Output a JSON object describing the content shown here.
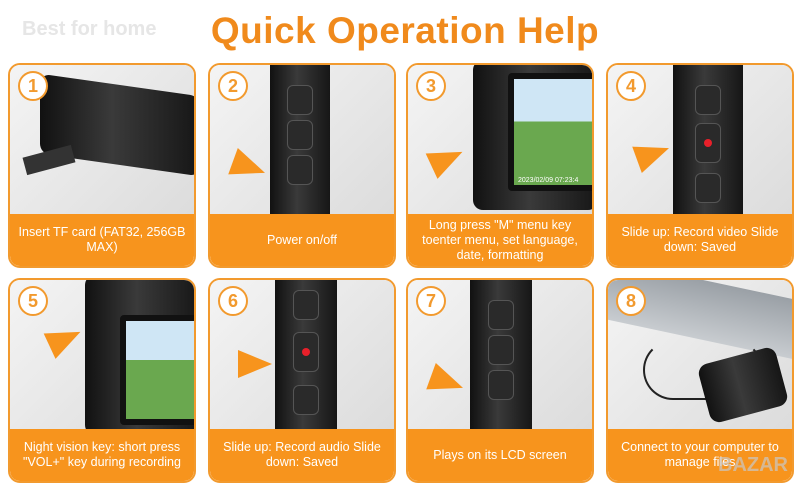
{
  "watermark": "Best for home",
  "title": "Quick Operation Help",
  "steps": [
    {
      "number": "1",
      "caption": "Insert TF card (FAT32, 256GB MAX)"
    },
    {
      "number": "2",
      "caption": "Power on/off"
    },
    {
      "number": "3",
      "caption": "Long press \"M\" menu key toenter menu, set language, date, formatting"
    },
    {
      "number": "4",
      "caption": "Slide up: Record video Slide down: Saved"
    },
    {
      "number": "5",
      "caption": "Night vision key: short press \"VOL+\" key during recording"
    },
    {
      "number": "6",
      "caption": "Slide up: Record audio Slide down: Saved"
    },
    {
      "number": "7",
      "caption": "Plays on its LCD screen"
    },
    {
      "number": "8",
      "caption": "Connect to your computer to manage files"
    }
  ],
  "screen_date": "2023/02/09 07:23:4",
  "corner_logo": "BAZAR"
}
